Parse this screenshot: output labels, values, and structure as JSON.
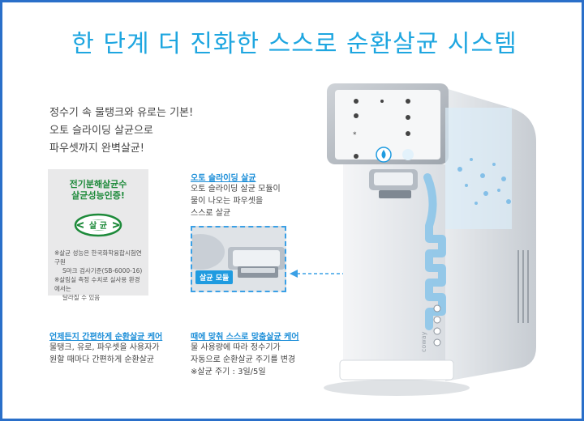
{
  "title": "한 단계 더 진화한 스스로 순환살균 시스템",
  "intro": [
    "정수기 속 물탱크와 유로는 기본!",
    "오토 슬라이딩 살균으로",
    "파우셋까지 완벽살균!"
  ],
  "cert": {
    "title_lines": [
      "전기분해살균수",
      "살균성능인증!"
    ],
    "logo_text": "살 균",
    "notes": [
      "※살균 성능은 한국화학융합시험연구원",
      "S마크 검사기준(SB-6000-16)",
      "※살림실 측정 수치로 실사용 환경에서는",
      "달라질 수 있음"
    ]
  },
  "auto_slide": {
    "title": "오토 슬라이딩 살균",
    "lines": [
      "오토 슬라이딩 살균 모듈이",
      "물이 나오는 파우셋을",
      "스스로 살균"
    ]
  },
  "zoom_label": "살균 모듈",
  "care1": {
    "title": "언제든지 간편하게 순환살균 케어",
    "lines": [
      "물탱크, 유로, 파우셋을 사용자가",
      "원할 때마다 간편하게 순환살균"
    ]
  },
  "care2": {
    "title": "때에 맞춰 스스로 맞춤살균 케어",
    "lines": [
      "물 사용량에 따라 정수기가",
      "자동으로 순환살균 주기를 변경",
      "※살균 주기 : 3일/5일"
    ]
  },
  "brand": "coway",
  "colors": {
    "frame": "#2a6fc9",
    "title": "#1ea6e0",
    "accent": "#1c8ed8",
    "cert_green": "#1d8a3a"
  }
}
